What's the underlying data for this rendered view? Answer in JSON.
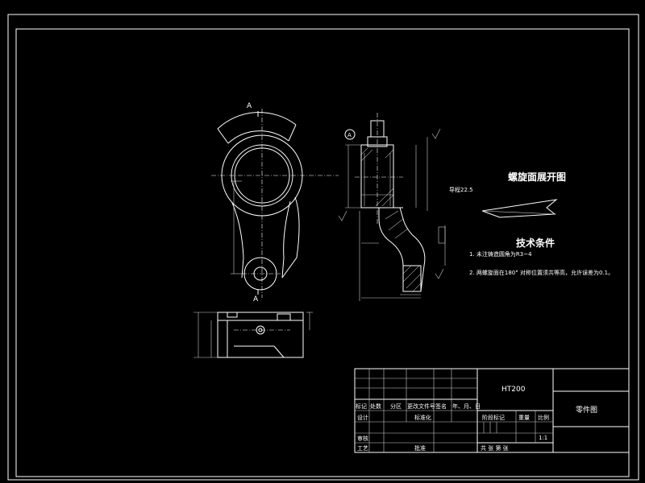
{
  "drawing": {
    "view_label_a_top": "A",
    "view_label_a_bottom": "A",
    "datum_label": "A",
    "section_title": "螺旋面展开图",
    "lead_label": "导程22.5",
    "notes_title": "技术条件",
    "notes": [
      "1. 未注铸造圆角为R3~4",
      "2. 两螺旋面在180° 对称位置须共等高，允许误差为0.1。"
    ]
  },
  "title_block": {
    "material": "HT200",
    "drawing_name": "零件图",
    "scale_value": "1:1",
    "header_row": [
      "标记",
      "处数",
      "分区",
      "更改文件号",
      "签名",
      "年、月、日"
    ],
    "design_label": "设计",
    "standardize_label": "标准化",
    "stage_mark_label": "阶段标记",
    "weight_label": "重量",
    "scale_label": "比例",
    "review_label": "审核",
    "process_label": "工艺",
    "approve_label": "批准",
    "sheets_text": "共  张  第  张"
  },
  "colors": {
    "background": "#000000",
    "lines": "#ffffff"
  }
}
